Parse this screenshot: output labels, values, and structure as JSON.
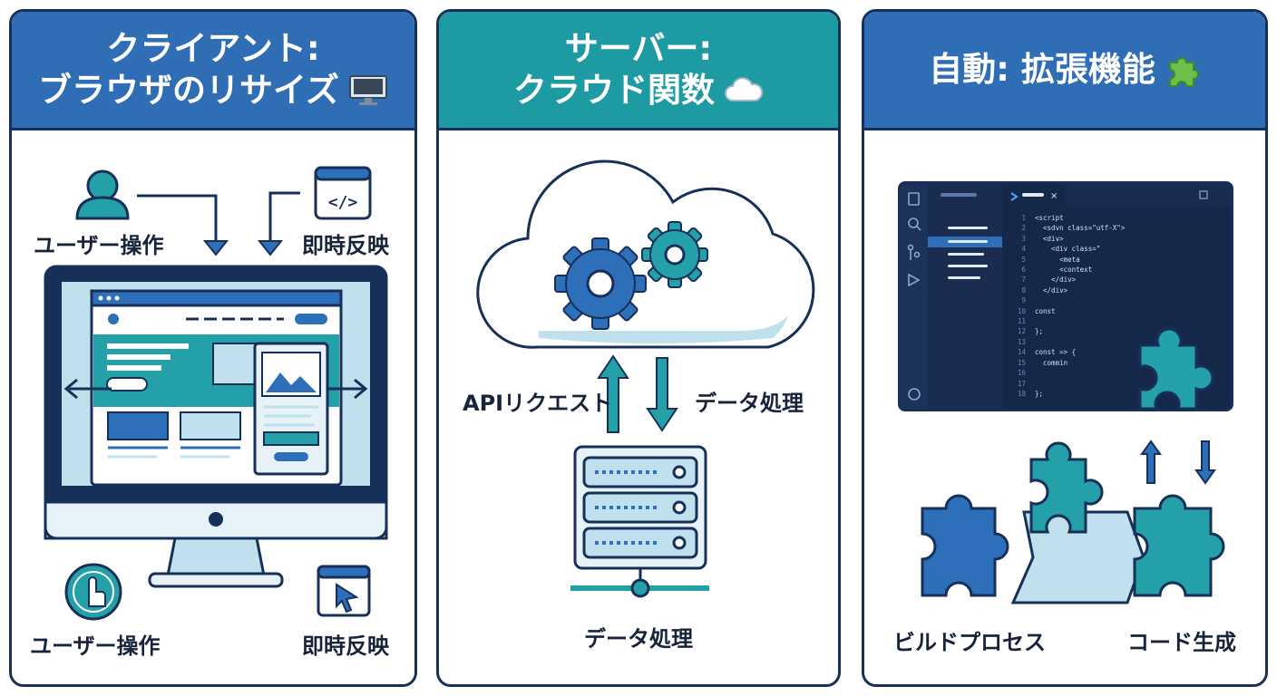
{
  "colors": {
    "outline": "#17305a",
    "header_blue": "#2f6db5",
    "header_teal": "#1e9aa3",
    "blue": "#2e6fba",
    "teal": "#23a0a8",
    "light_blue": "#bfe0ec",
    "pale": "#e6f2f8",
    "editor_bg": "#16284a"
  },
  "panels": [
    {
      "title_lines": [
        "クライアント:",
        "ブラウザのリサイズ"
      ],
      "title_icon": "desktop-monitor-icon",
      "labels": {
        "top_left": "ユーザー操作",
        "top_right": "即時反映",
        "bottom_left": "ユーザー操作",
        "bottom_right": "即時反映"
      },
      "icons": [
        "user-icon",
        "code-window-icon",
        "monitor-icon",
        "touch-hand-icon",
        "cursor-window-icon"
      ]
    },
    {
      "title_lines": [
        "サーバー:",
        "クラウド関数"
      ],
      "title_icon": "cloud-icon",
      "labels": {
        "left_arrow": "APIリクエスト",
        "right_arrow": "データ処理",
        "bottom": "データ処理"
      },
      "icons": [
        "cloud-gears-icon",
        "server-rack-icon"
      ]
    },
    {
      "title_lines": [
        "自動: 拡張機能"
      ],
      "title_icon": "puzzle-icon",
      "labels": {
        "bottom_left": "ビルドプロセス",
        "bottom_right": "コード生成"
      },
      "code_lines": [
        {
          "n": "1",
          "t": "<script"
        },
        {
          "n": "2",
          "t": "  <sdvn class=\"utf-X\">"
        },
        {
          "n": "3",
          "t": "  <div>"
        },
        {
          "n": "4",
          "t": "    <div class=\""
        },
        {
          "n": "5",
          "t": "      <meta"
        },
        {
          "n": "6",
          "t": "      <context"
        },
        {
          "n": "7",
          "t": "    </div>"
        },
        {
          "n": "8",
          "t": "  </div>"
        },
        {
          "n": "9",
          "t": ""
        },
        {
          "n": "10",
          "t": "const"
        },
        {
          "n": "11",
          "t": ""
        },
        {
          "n": "12",
          "t": "};"
        },
        {
          "n": "13",
          "t": ""
        },
        {
          "n": "14",
          "t": "const => {"
        },
        {
          "n": "15",
          "t": "  commin"
        },
        {
          "n": "16",
          "t": ""
        },
        {
          "n": "17",
          "t": ""
        },
        {
          "n": "18",
          "t": "};"
        }
      ],
      "icons": [
        "editor-window-icon",
        "puzzle-pieces-icon"
      ]
    }
  ]
}
